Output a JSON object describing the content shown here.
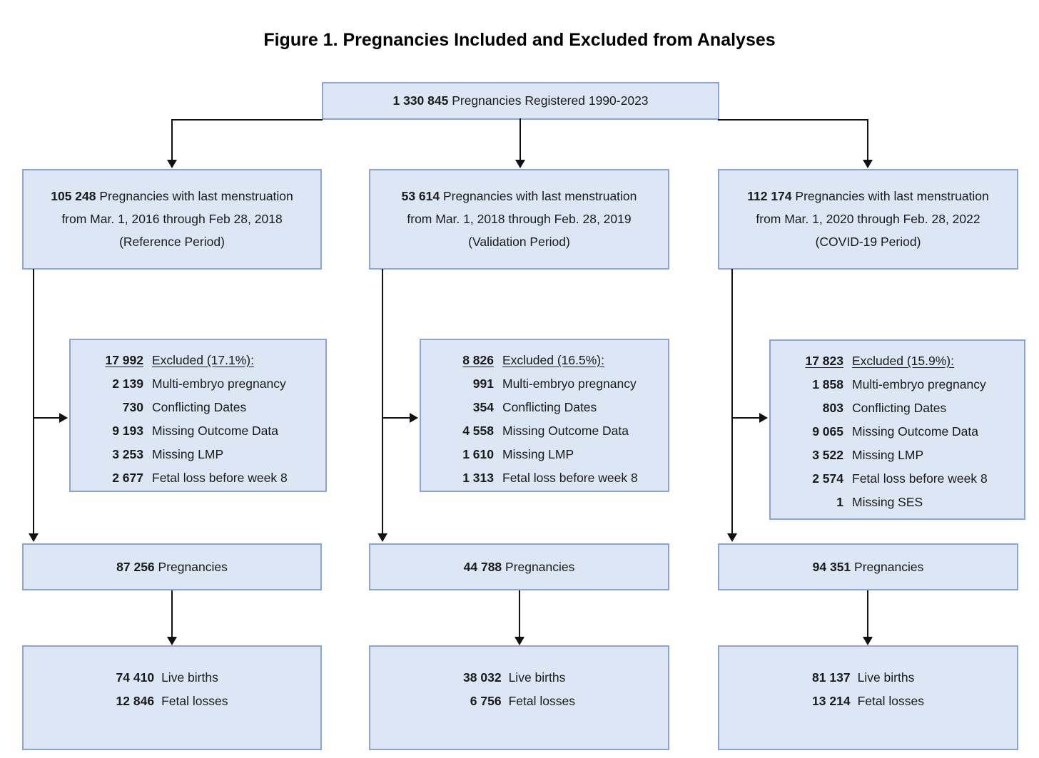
{
  "figure": {
    "title": "Figure 1. Pregnancies Included and Excluded from Analyses"
  },
  "colors": {
    "box_fill": "#dce6f5",
    "box_border": "#8ba4d6",
    "line": "#111111",
    "text": "#1a1a1a"
  },
  "top_box": {
    "count": "1 330 845",
    "label": "Pregnancies Registered 1990-2023"
  },
  "columns": [
    {
      "period": {
        "count": "105 248",
        "label": "Pregnancies with last menstruation",
        "range": "from Mar. 1, 2016 through Feb 28, 2018",
        "name": "(Reference Period)"
      },
      "excluded": {
        "count": "17 992",
        "label": "Excluded (17.1%):",
        "rows": [
          {
            "count": "2 139",
            "label": "Multi-embryo pregnancy"
          },
          {
            "count": "730",
            "label": "Conflicting Dates"
          },
          {
            "count": "9 193",
            "label": "Missing Outcome Data"
          },
          {
            "count": "3 253",
            "label": "Missing LMP"
          },
          {
            "count": "2 677",
            "label": "Fetal loss before week 8"
          }
        ]
      },
      "included": {
        "count": "87 256",
        "label": "Pregnancies"
      },
      "outcomes": [
        {
          "count": "74 410",
          "label": "Live births"
        },
        {
          "count": "12 846",
          "label": "Fetal losses"
        }
      ]
    },
    {
      "period": {
        "count": "53 614",
        "label": "Pregnancies with last menstruation",
        "range": "from Mar. 1, 2018 through Feb. 28, 2019",
        "name": "(Validation Period)"
      },
      "excluded": {
        "count": "8 826",
        "label": "Excluded (16.5%):",
        "rows": [
          {
            "count": "991",
            "label": "Multi-embryo pregnancy"
          },
          {
            "count": "354",
            "label": "Conflicting Dates"
          },
          {
            "count": "4 558",
            "label": "Missing Outcome Data"
          },
          {
            "count": "1 610",
            "label": "Missing LMP"
          },
          {
            "count": "1 313",
            "label": "Fetal loss before week 8"
          }
        ]
      },
      "included": {
        "count": "44 788",
        "label": "Pregnancies"
      },
      "outcomes": [
        {
          "count": "38 032",
          "label": "Live births"
        },
        {
          "count": "6 756",
          "label": "Fetal losses"
        }
      ]
    },
    {
      "period": {
        "count": "112 174",
        "label": "Pregnancies with last menstruation",
        "range": "from Mar. 1, 2020 through Feb. 28, 2022",
        "name": "(COVID-19 Period)"
      },
      "excluded": {
        "count": "17 823",
        "label": "Excluded (15.9%):",
        "rows": [
          {
            "count": "1 858",
            "label": "Multi-embryo pregnancy"
          },
          {
            "count": "803",
            "label": "Conflicting Dates"
          },
          {
            "count": "9 065",
            "label": "Missing Outcome Data"
          },
          {
            "count": "3 522",
            "label": "Missing LMP"
          },
          {
            "count": "2 574",
            "label": "Fetal loss before week 8"
          },
          {
            "count": "1",
            "label": "Missing SES"
          }
        ]
      },
      "included": {
        "count": "94 351",
        "label": "Pregnancies"
      },
      "outcomes": [
        {
          "count": "81 137",
          "label": "Live births"
        },
        {
          "count": "13 214",
          "label": "Fetal losses"
        }
      ]
    }
  ]
}
